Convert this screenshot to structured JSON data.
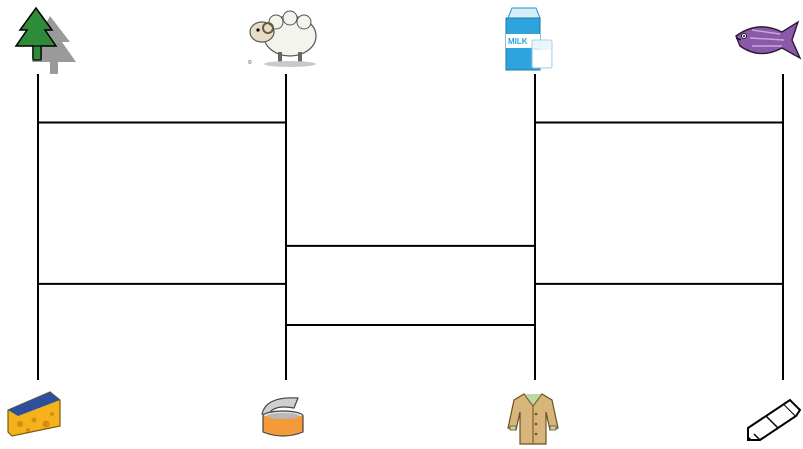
{
  "diagram": {
    "type": "ladder-matching",
    "columns": 4,
    "top_items": [
      {
        "name": "tree-icon"
      },
      {
        "name": "sheep-icon"
      },
      {
        "name": "milk-carton-icon",
        "label": "MILK"
      },
      {
        "name": "fish-icon"
      }
    ],
    "bottom_items": [
      {
        "name": "cheese-icon"
      },
      {
        "name": "tin-can-icon"
      },
      {
        "name": "coat-icon"
      },
      {
        "name": "pencil-icon"
      }
    ],
    "rungs": [
      {
        "from_col": 0,
        "to_col": 1,
        "level": 0.15
      },
      {
        "from_col": 2,
        "to_col": 3,
        "level": 0.15
      },
      {
        "from_col": 1,
        "to_col": 2,
        "level": 0.54
      },
      {
        "from_col": 0,
        "to_col": 1,
        "level": 0.66
      },
      {
        "from_col": 2,
        "to_col": 3,
        "level": 0.66
      },
      {
        "from_col": 1,
        "to_col": 2,
        "level": 0.79
      }
    ],
    "line_color": "#000000"
  }
}
